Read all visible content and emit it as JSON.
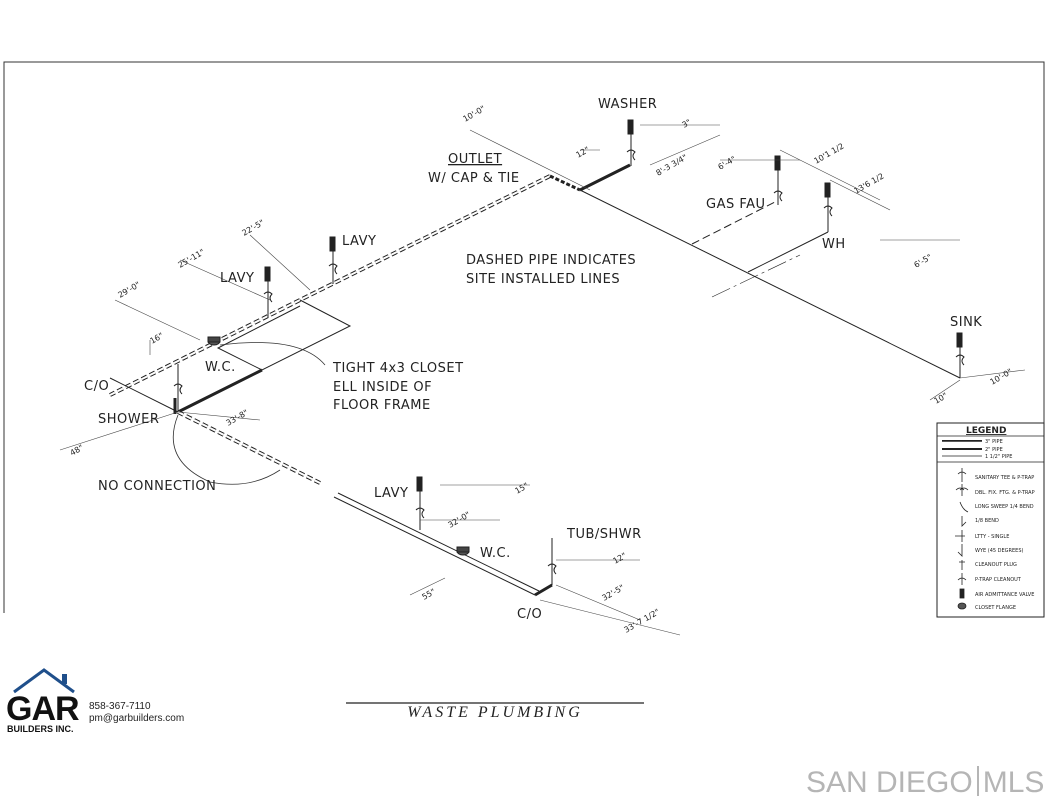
{
  "drawing": {
    "labels": {
      "washer": "WASHER",
      "outlet": "OUTLET",
      "outlet_sub": "W/ CAP & TIE",
      "gas_fau": "GAS FAU",
      "wh": "WH",
      "note_line1": "DASHED PIPE INDICATES",
      "note_line2": "SITE INSTALLED LINES",
      "lavy_upper": "LAVY",
      "lavy_left": "LAVY",
      "wc_upper": "W.C.",
      "closet_line1": "TIGHT 4x3 CLOSET",
      "closet_line2": "ELL INSIDE OF",
      "closet_line3": "FLOOR FRAME",
      "co_left": "C/O",
      "shower": "SHOWER",
      "sink": "SINK",
      "no_connection": "NO CONNECTION",
      "lavy_lower": "LAVY",
      "wc_lower": "W.C.",
      "tub_shwr": "TUB/SHWR",
      "co_lower": "C/O"
    },
    "dimensions": {
      "d_top": "10'-0\"",
      "d_washer_small": "3\"",
      "d_outlet_small": "12\"",
      "d_8_3": "8'-3 3/4\"",
      "d_6_4": "6'-4\"",
      "d_10_1": "10'1 1/2",
      "d_13_6": "13'6 1/2",
      "d_6_5": "6'-5\"",
      "d_22_5": "22'-5\"",
      "d_25_11": "25'-11\"",
      "d_29_0": "29'-0\"",
      "d_16": "16\"",
      "d_33_8": "33'-8\"",
      "d_48": "48\"",
      "d_10_0_sink": "10'-0\"",
      "d_sink_small": "10\"",
      "d_15": "15\"",
      "d_32_0": "32'-0\"",
      "d_12_lower": "12\"",
      "d_32_5": "32'-5\"",
      "d_55": "55\"",
      "d_33_7": "33'-7 1/2\""
    }
  },
  "legend": {
    "title": "LEGEND",
    "pipes": [
      "3\" PIPE",
      "2\" PIPE",
      "1 1/2\" PIPE"
    ],
    "items": [
      "SANITARY TEE & P-TRAP",
      "DBL. FIX. FTG. & P-TRAP",
      "LONG SWEEP 1/4 BEND",
      "1/8 BEND",
      "LTTY - SINGLE",
      "WYE (45 DEGREES)",
      "CLEANOUT PLUG",
      "P-TRAP CLEANOUT",
      "AIR ADMITTANCE VALVE",
      "CLOSET FLANGE"
    ]
  },
  "company": {
    "logo_text": "GAR",
    "logo_sub": "BUILDERS INC.",
    "phone": "858-367-7110",
    "email": "pm@garbuilders.com"
  },
  "title_block": {
    "title": "WASTE PLUMBING"
  },
  "watermark": {
    "left": "SAN DIEGO",
    "right": "MLS"
  },
  "colors": {
    "ink": "#222222",
    "logo_blue": "#1f4f8b",
    "watermark": "#b5b5b5"
  }
}
